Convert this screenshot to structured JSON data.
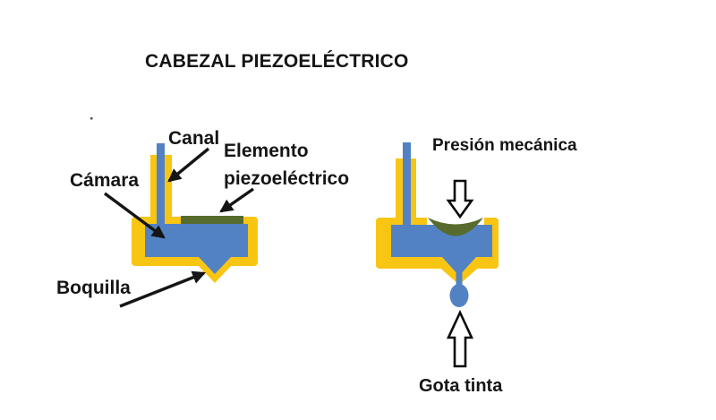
{
  "diagram": {
    "title": "CABEZAL PIEZOELÉCTRICO",
    "left_head": {
      "canal_label": "Canal",
      "camara_label": "Cámara",
      "elemento_label_line1": "Elemento",
      "elemento_label_line2": "piezoeléctrico",
      "boquilla_label": "Boquilla"
    },
    "right_head": {
      "presion_label": "Presión mecánica",
      "gota_label": "Gota tinta"
    },
    "icons": {
      "pressure_arrow": "hollow-down-arrow",
      "drop_arrow": "hollow-up-arrow",
      "pointer_arrows": "thin-black-arrow"
    },
    "colors": {
      "casing_yellow": "#f9c513",
      "ink_blue": "#5282c3",
      "piezo_green": "#566b2d",
      "label_black": "#151515",
      "background": "#ffffff"
    }
  }
}
